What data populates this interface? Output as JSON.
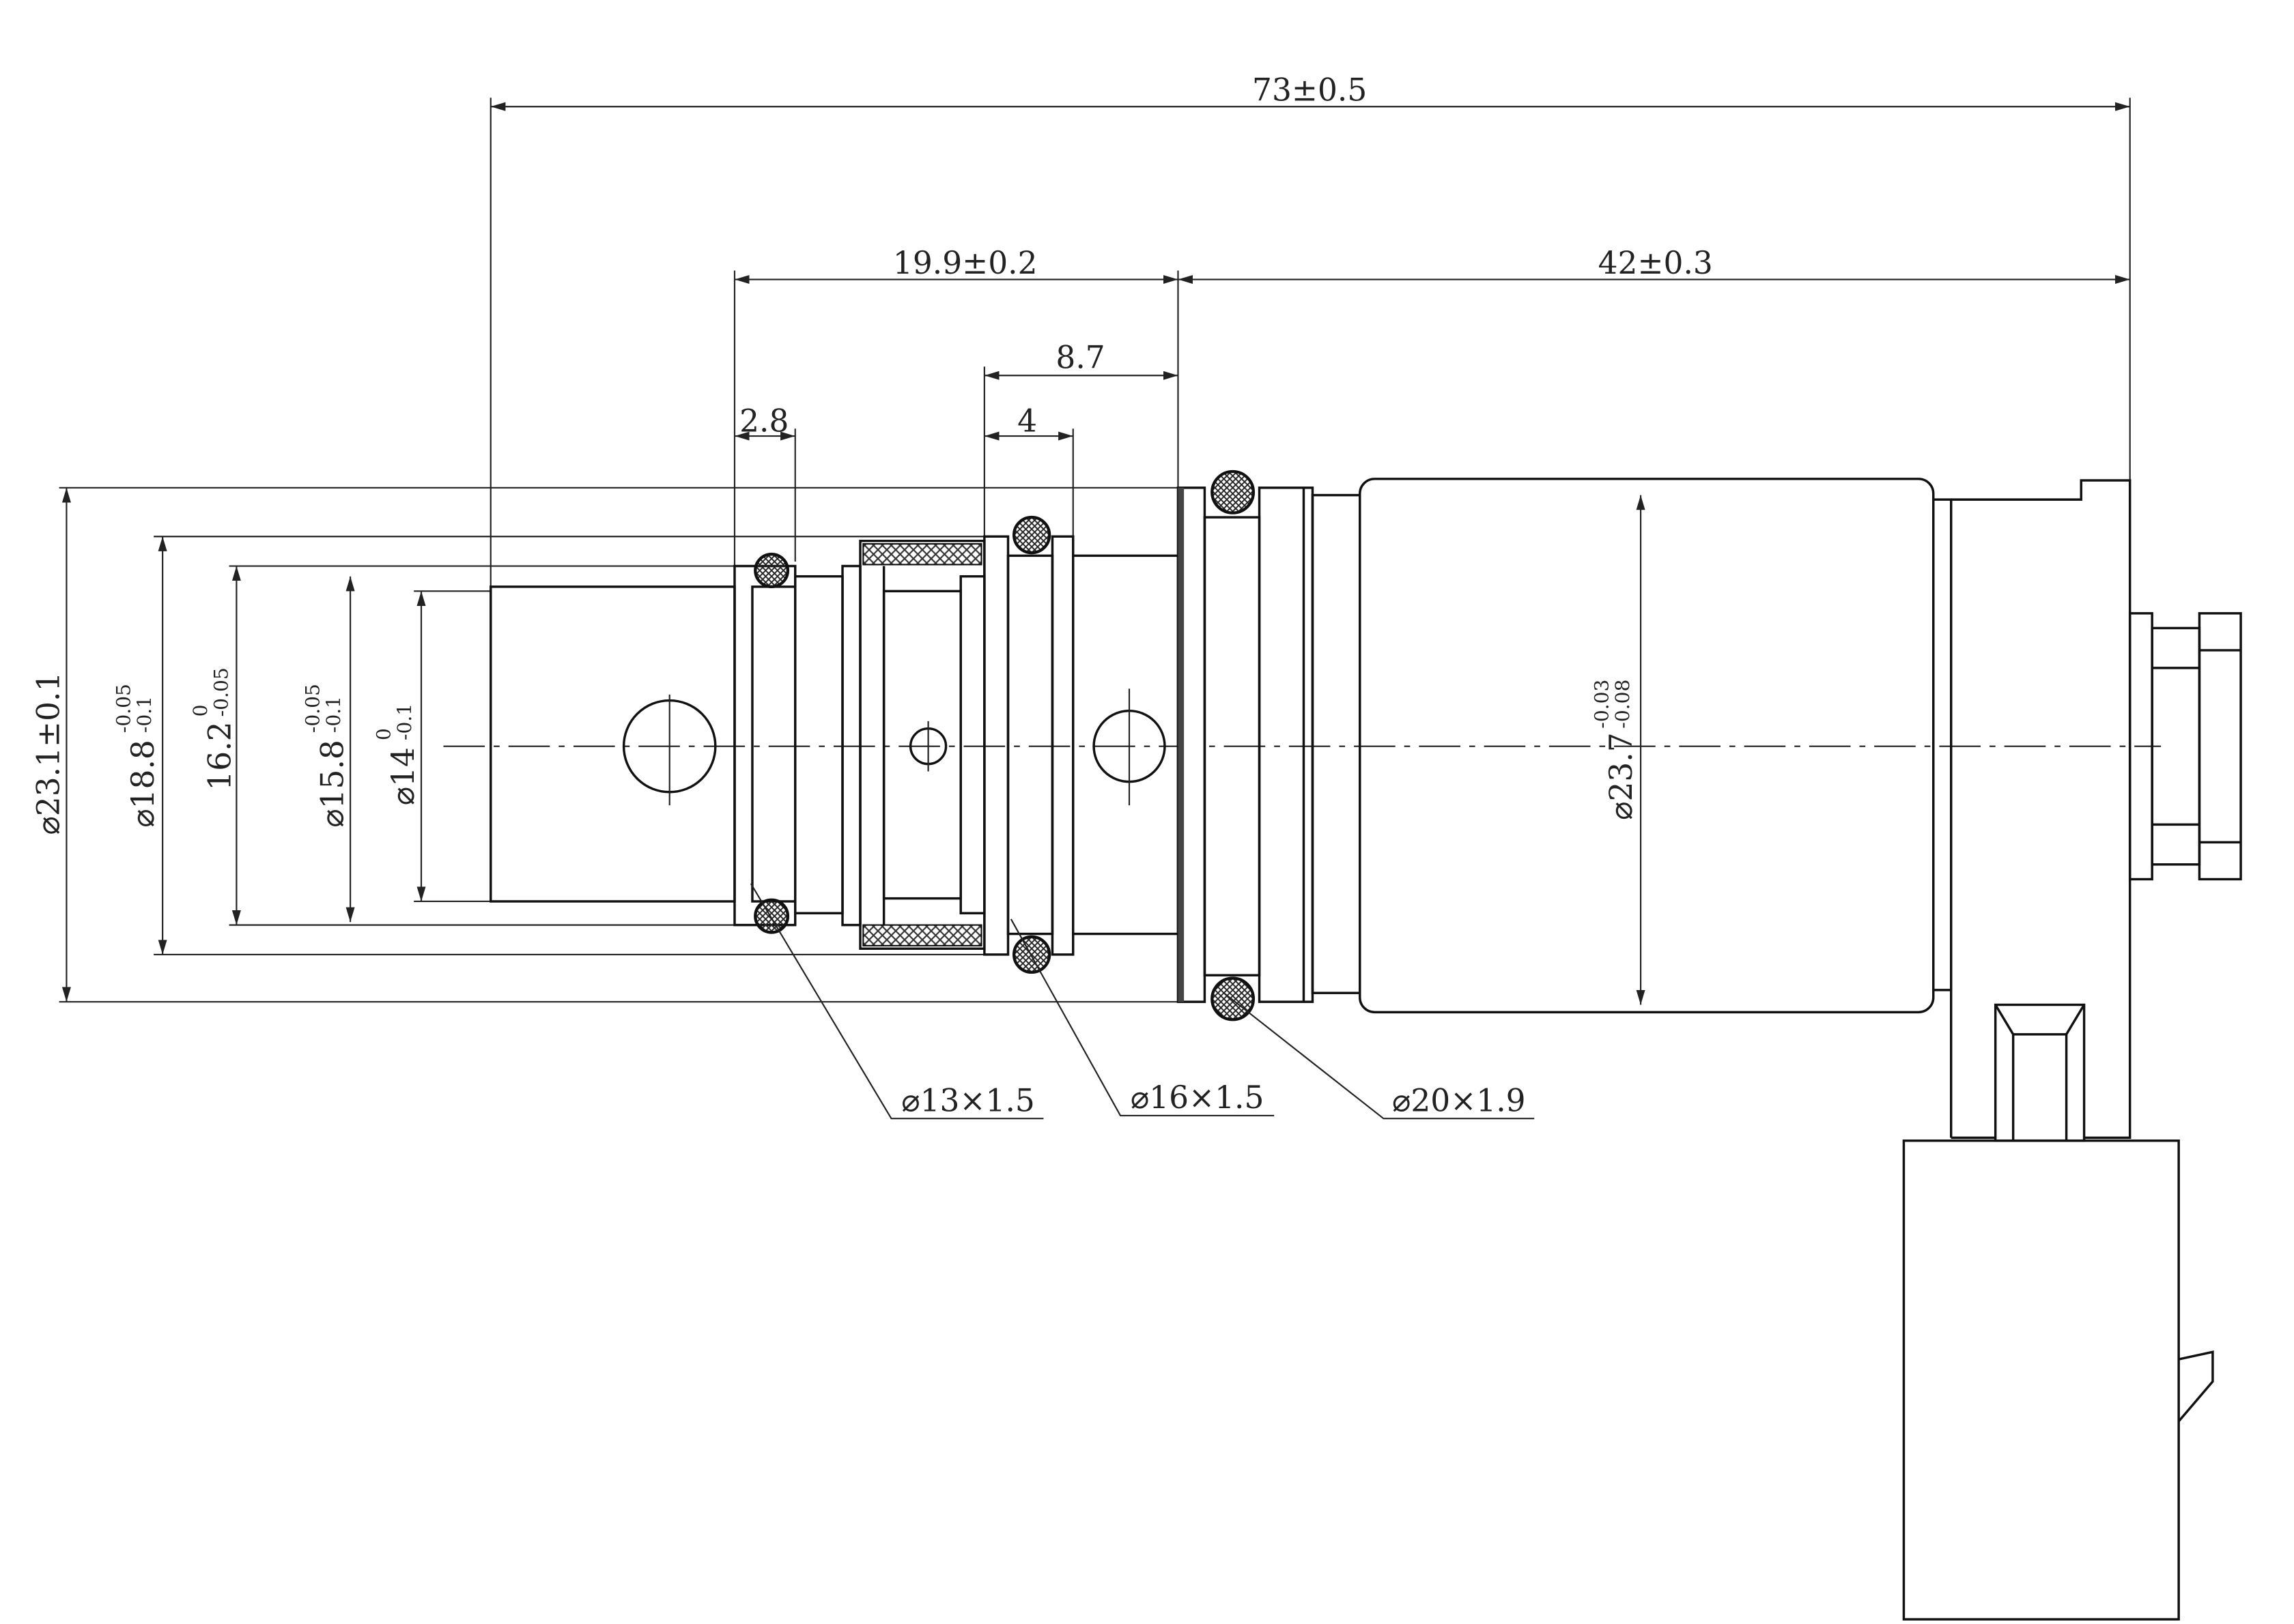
{
  "dimensions": {
    "overall_length": "73±0.5",
    "front_length": "19.9±0.2",
    "rear_length": "42±0.3",
    "groove_offset": "8.7",
    "groove_width": "4",
    "first_groove_width": "2.8",
    "dia_flange": "⌀23.1±0.1",
    "dia_18_8": "⌀18.8",
    "dia_18_8_tol_upper": "-0.05",
    "dia_18_8_tol_lower": "-0.1",
    "dia_16_2": "16.2",
    "dia_16_2_tol_upper": "0",
    "dia_16_2_tol_lower": "-0.05",
    "dia_15_8": "⌀15.8",
    "dia_15_8_tol_upper": "-0.05",
    "dia_15_8_tol_lower": "-0.1",
    "dia_14": "⌀14",
    "dia_14_tol_upper": "0",
    "dia_14_tol_lower": "-0.1",
    "dia_body": "⌀23.7",
    "dia_body_tol_upper": "-0.03",
    "dia_body_tol_lower": "-0.08"
  },
  "orings": [
    "⌀13×1.5",
    "⌀16×1.5",
    "⌀20×1.9"
  ]
}
